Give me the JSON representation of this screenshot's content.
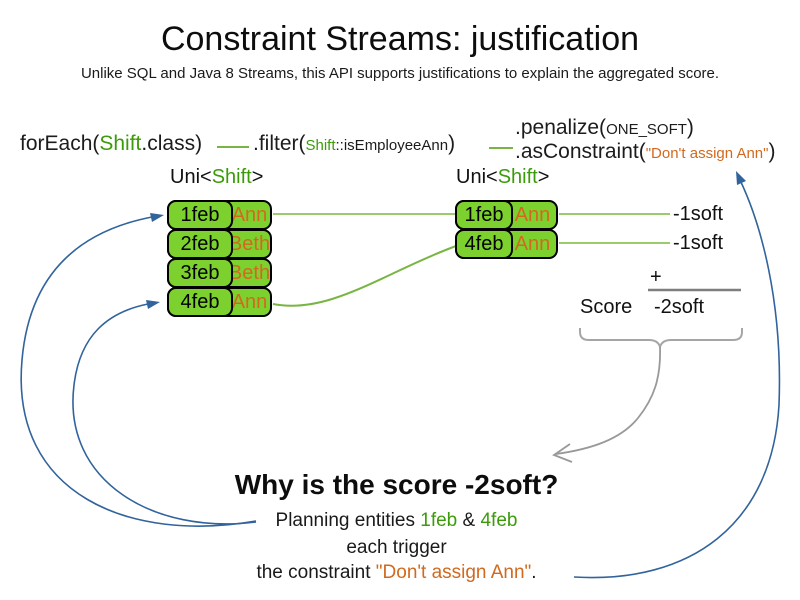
{
  "slide": {
    "title": "Constraint Streams: justification",
    "subtitle": "Unlike SQL and Java 8 Streams, this API supports justifications to explain the aggregated score."
  },
  "code": {
    "foreach_pre": "forEach(",
    "foreach_class": "Shift",
    "foreach_post": ".class)",
    "filter_pre": ".filter(",
    "filter_class": "Shift",
    "filter_method": "::isEmployeeAnn",
    "filter_post": ")",
    "penalize_pre": ".penalize(",
    "penalize_arg": "ONE_SOFT",
    "penalize_post": ")",
    "asconstraint_pre": ".asConstraint(",
    "asconstraint_arg": "\"Don't assign Ann\"",
    "asconstraint_post": ")"
  },
  "left_stream": {
    "type_pre": "Uni<",
    "type_param": "Shift",
    "type_post": ">",
    "rows": [
      {
        "date": "1feb",
        "employee": "Ann"
      },
      {
        "date": "2feb",
        "employee": "Beth"
      },
      {
        "date": "3feb",
        "employee": "Beth"
      },
      {
        "date": "4feb",
        "employee": "Ann"
      }
    ]
  },
  "right_stream": {
    "type_pre": "Uni<",
    "type_param": "Shift",
    "type_post": ">",
    "rows": [
      {
        "date": "1feb",
        "employee": "Ann"
      },
      {
        "date": "4feb",
        "employee": "Ann"
      }
    ]
  },
  "score_panel": {
    "penalty1": "-1soft",
    "penalty2": "-1soft",
    "plus": "+",
    "score_label": "Score",
    "score_value": "-2soft"
  },
  "explanation": {
    "heading": "Why is the score -2soft?",
    "line1_pre": "Planning entities ",
    "entity1": "1feb",
    "line1_mid": " & ",
    "entity2": "4feb",
    "line2": "each trigger",
    "line3_pre": "the constraint ",
    "constraint_name": "\"Don't assign Ann\"",
    "line3_post": "."
  },
  "colors": {
    "entity_green_text": "#3C9B0A",
    "box_green_fill": "#7DD12F",
    "line_green_light": "#9CCB6B",
    "line_green_dark": "#79B544",
    "orange_text": "#D2691E",
    "arrow_blue": "#31639C",
    "arrow_gray": "#999999"
  }
}
